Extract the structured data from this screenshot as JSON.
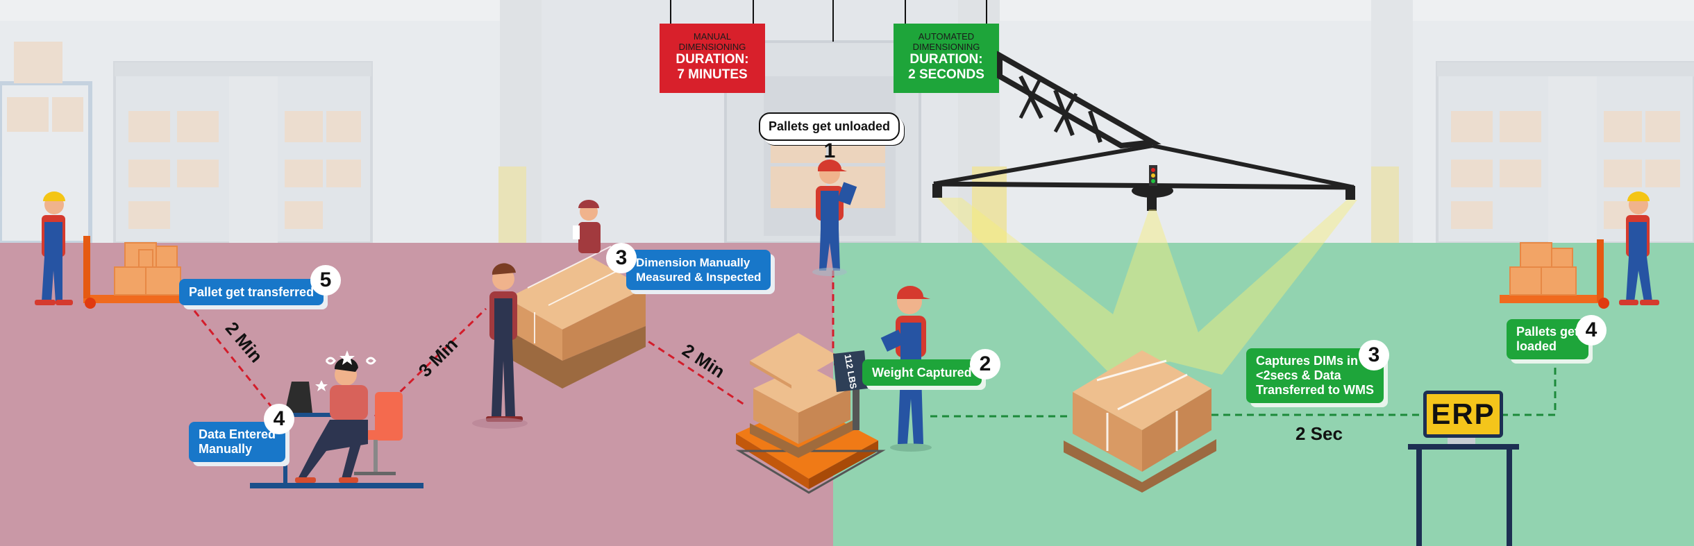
{
  "signs": {
    "manual": {
      "line1": "MANUAL",
      "line2": "DIMENSIONING",
      "line3": "DURATION:",
      "line4": "7 MINUTES",
      "color": "#d8202b"
    },
    "automated": {
      "line1": "AUTOMATED",
      "line2": "DIMENSIONING",
      "line3": "DURATION:",
      "line4": "2 SECONDS",
      "color": "#1ea53a"
    }
  },
  "steps": {
    "unload": {
      "label": "Pallets get unloaded",
      "number": "1"
    },
    "weight": {
      "label": "Weight Captured",
      "number": "2"
    },
    "manual_dim": {
      "line1": "Dimension Manually",
      "line2": "Measured & Inspected",
      "number": "3"
    },
    "manual_data": {
      "line1": "Data Entered",
      "line2": "Manually",
      "number": "4"
    },
    "transfer": {
      "label": "Pallet get transferred",
      "number": "5"
    },
    "auto_dim": {
      "line1": "Captures DIMs in",
      "line2": "<2secs & Data",
      "line3": "Transferred to WMS",
      "number": "3"
    },
    "loaded": {
      "line1": "Pallets get",
      "line2": "loaded",
      "number": "4"
    }
  },
  "durations": {
    "transfer_to_data": "2 Min",
    "data_to_dim": "3 Min",
    "dim_to_weight": "2 Min",
    "auto": "2 Sec"
  },
  "scale_display": "112 LBS",
  "erp": "ERP",
  "colors": {
    "manual_zone": "#c998a6",
    "auto_zone": "#92d3b0",
    "manual_pill": "#1877c9",
    "auto_pill": "#1ea53a",
    "dashed_line": "#d31d2b",
    "auto_dashed_line": "#1c8a3a"
  }
}
